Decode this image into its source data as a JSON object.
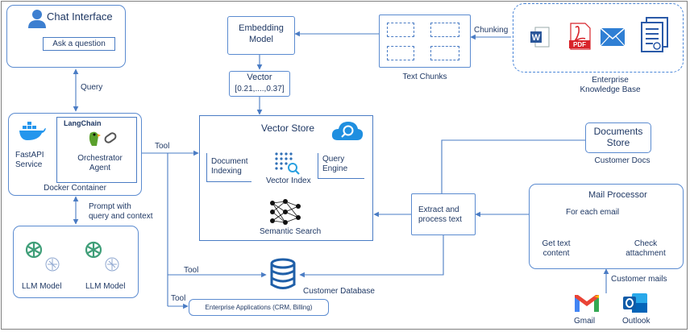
{
  "chat": {
    "title": "Chat Interface",
    "button": "Ask a question"
  },
  "labels": {
    "query": "Query",
    "tool_top": "Tool",
    "prompt": "Prompt with\nquery and context",
    "tool_db": "Tool",
    "tool_apps": "Tool",
    "chunking": "Chunking",
    "customer_mails": "Customer mails"
  },
  "docker": {
    "fastapi": "FastAPI\nService",
    "langchain": "LangChain",
    "orchestrator": "Orchestrator\nAgent",
    "container": "Docker Container"
  },
  "llm": {
    "model1": "LLM Model",
    "model2": "LLM Model"
  },
  "embedding": {
    "title": "Embedding\nModel"
  },
  "vector": {
    "title": "Vector",
    "values": "[0.21,....,0.37]"
  },
  "vector_store": {
    "title": "Vector Store",
    "doc_indexing": "Document\nIndexing",
    "vector_index": "Vector Index",
    "query_engine": "Query\nEngine",
    "semantic_search": "Semantic Search"
  },
  "text_chunks": {
    "label": "Text Chunks"
  },
  "knowledge_base": {
    "label": "Enterprise\nKnowledge Base",
    "pdf_text": "PDF"
  },
  "documents_store": {
    "title": "Documents\nStore",
    "caption": "Customer Docs"
  },
  "extract": {
    "title": "Extract and\nprocess text"
  },
  "mail_processor": {
    "title": "Mail Processor",
    "for_each": "For each email",
    "get_text": "Get text\ncontent",
    "check": "Check\nattachment"
  },
  "customer_db": {
    "label": "Customer Database"
  },
  "enterprise_apps": {
    "label": "Enterprise Applications (CRM, Billing)"
  },
  "mail_clients": {
    "gmail": "Gmail",
    "outlook": "Outlook"
  },
  "colors": {
    "line": "#4a7cc4",
    "box": "#5b8bd0",
    "text": "#1f3864",
    "dash": "#4a86d8"
  }
}
